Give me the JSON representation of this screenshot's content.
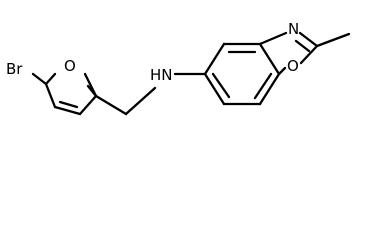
{
  "molecule": {
    "atoms": {
      "bromine": "Br",
      "furan_oxygen": "O",
      "amine": "HN",
      "oxazole_nitrogen": "N",
      "oxazole_oxygen": "O"
    }
  }
}
